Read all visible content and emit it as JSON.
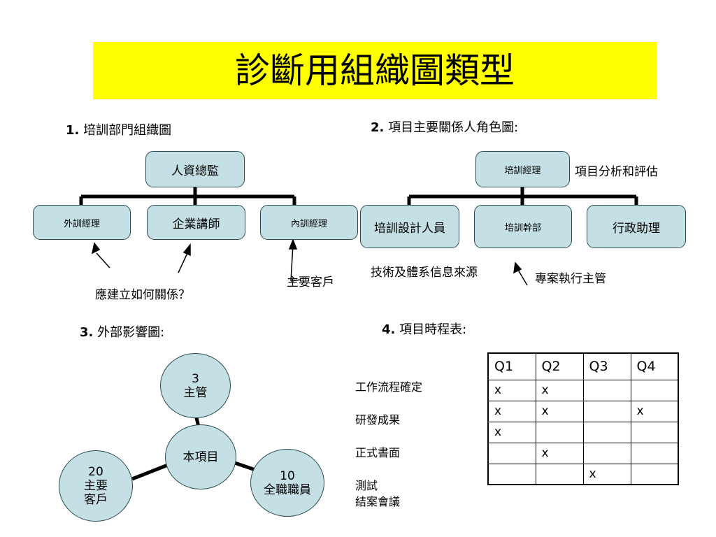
{
  "title": "診斷用組織圖類型",
  "sections": {
    "s1": {
      "num": "1.",
      "label": "培訓部門組織圖"
    },
    "s2": {
      "num": "2.",
      "label": "項目主要關係人角色圖:"
    },
    "s3": {
      "num": "3.",
      "label": "外部影響圖:"
    },
    "s4": {
      "num": "4.",
      "label": "項目時程表:"
    }
  },
  "org1": {
    "top": "人資總監",
    "children": [
      "外訓經理",
      "企業講師",
      "內訓經理"
    ],
    "notes": {
      "relation": "應建立如何關係？",
      "customer": "主要客戶"
    }
  },
  "org2": {
    "top": "培訓經理",
    "top_note": "項目分析和評估",
    "children": [
      "培訓設計人員",
      "培訓幹部",
      "行政助理"
    ],
    "notes": {
      "tech": "技術及體系信息來源",
      "exec": "專案執行主管"
    }
  },
  "influence": {
    "center": "本項目",
    "nodes": [
      {
        "line1": "3",
        "line2": "主管"
      },
      {
        "line1": "20",
        "line2": "主要",
        "line3": "客戶"
      },
      {
        "line1": "10",
        "line2": "全職職員"
      }
    ]
  },
  "schedule": {
    "headers": [
      "Q1",
      "Q2",
      "Q3",
      "Q4"
    ],
    "rows": [
      {
        "label": "工作流程確定",
        "cells": [
          "x",
          "x",
          "",
          ""
        ]
      },
      {
        "label": "研發成果",
        "cells": [
          "x",
          "x",
          "",
          "x"
        ]
      },
      {
        "label": "正式書面",
        "cells": [
          "x",
          "",
          "",
          ""
        ]
      },
      {
        "label": "測試",
        "cells": [
          "",
          "x",
          "",
          ""
        ]
      },
      {
        "label": "結案會議",
        "cells": [
          "",
          "",
          "x",
          ""
        ]
      }
    ]
  }
}
